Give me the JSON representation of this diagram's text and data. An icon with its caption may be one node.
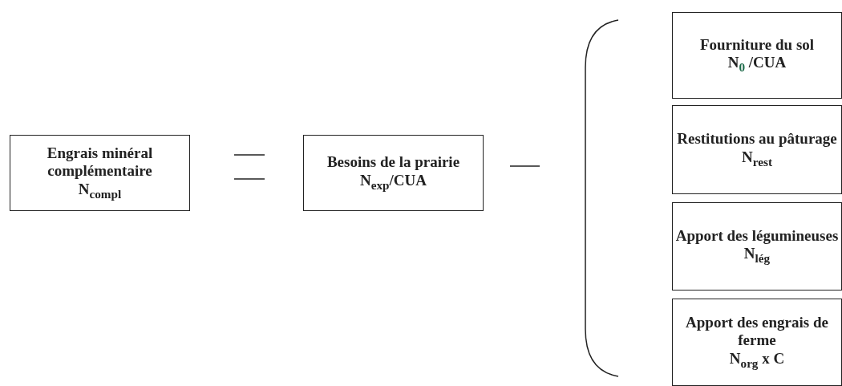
{
  "diagram": {
    "nodes": [
      {
        "text": [
          "Engrais minéral complémentaire",
          "N$_{compl}$"
        ]
      },
      {
        "text": [
          "Besoins de la prairie",
          "N$_{exp}$/CUA"
        ]
      },
      {
        "text": [
          "Fourniture du sol",
          "N$_{0}$ /CUA"
        ]
      },
      {
        "text": [
          "Restitutions au pâturage",
          "N$_{rest}$"
        ]
      },
      {
        "text": [
          "Apport des légumineuses",
          "N$_{lég}$"
        ]
      },
      {
        "text": [
          "Apport des engrais de ferme",
          "N$_{org}$ x C"
        ]
      }
    ]
  }
}
